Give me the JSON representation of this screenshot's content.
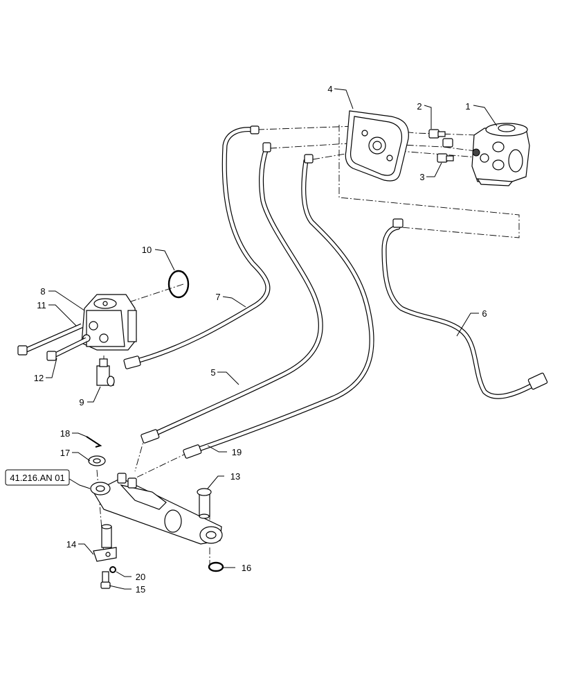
{
  "reference_box": {
    "text": "41.216.AN 01"
  },
  "callouts": [
    {
      "id": "c1",
      "text": "1"
    },
    {
      "id": "c2",
      "text": "2"
    },
    {
      "id": "c3",
      "text": "3"
    },
    {
      "id": "c4",
      "text": "4"
    },
    {
      "id": "c5",
      "text": "5"
    },
    {
      "id": "c6",
      "text": "6"
    },
    {
      "id": "c7",
      "text": "7"
    },
    {
      "id": "c8",
      "text": "8"
    },
    {
      "id": "c9",
      "text": "9"
    },
    {
      "id": "c10",
      "text": "10"
    },
    {
      "id": "c11",
      "text": "11"
    },
    {
      "id": "c12",
      "text": "12"
    },
    {
      "id": "c13",
      "text": "13"
    },
    {
      "id": "c14",
      "text": "14"
    },
    {
      "id": "c15",
      "text": "15"
    },
    {
      "id": "c16",
      "text": "16"
    },
    {
      "id": "c17",
      "text": "17"
    },
    {
      "id": "c18",
      "text": "18"
    },
    {
      "id": "c19",
      "text": "19"
    },
    {
      "id": "c20",
      "text": "20"
    }
  ]
}
